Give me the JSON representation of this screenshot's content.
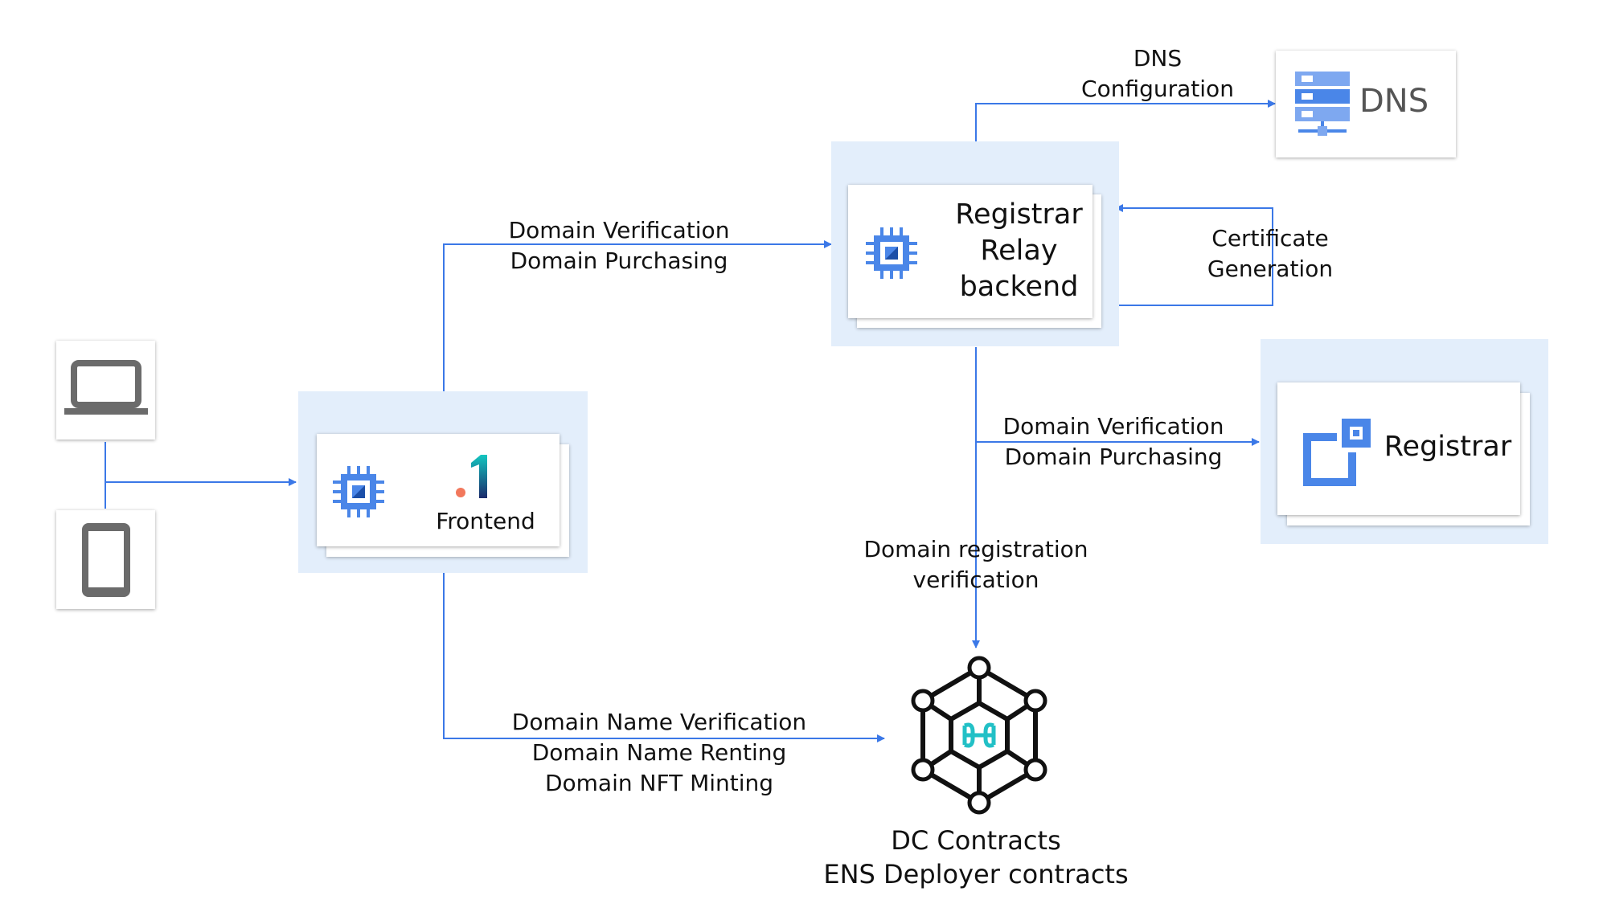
{
  "colors": {
    "arrow": "#3b78e7",
    "zone": "#e3eefb",
    "chip_blue": "#4a86e8",
    "device_gray": "#6b6b6b"
  },
  "devices": {
    "laptop": {
      "icon": "laptop-icon"
    },
    "tablet": {
      "icon": "tablet-icon"
    }
  },
  "frontend": {
    "icon": "chip-icon",
    "logo_text": ".1",
    "label": "Frontend"
  },
  "relay": {
    "icon": "chip-icon",
    "label_lines": [
      "Registrar",
      "Relay",
      "backend"
    ]
  },
  "dns": {
    "icon": "dns-server-icon",
    "label": "DNS"
  },
  "registrar": {
    "icon": "registrar-icon",
    "label": "Registrar"
  },
  "contracts": {
    "icon": "harmony-network-icon",
    "label_lines": [
      "DC Contracts",
      "ENS Deployer contracts"
    ]
  },
  "edges": {
    "frontend_to_relay": [
      "Domain Verification",
      "Domain Purchasing"
    ],
    "relay_to_dns": [
      "DNS",
      "Configuration"
    ],
    "relay_self": [
      "Certificate",
      "Generation"
    ],
    "relay_to_registrar": [
      "Domain Verification",
      "Domain Purchasing"
    ],
    "relay_to_contracts": [
      "Domain registration",
      "verification"
    ],
    "frontend_to_contracts": [
      "Domain Name Verification",
      "Domain Name Renting",
      "Domain NFT Minting"
    ]
  }
}
